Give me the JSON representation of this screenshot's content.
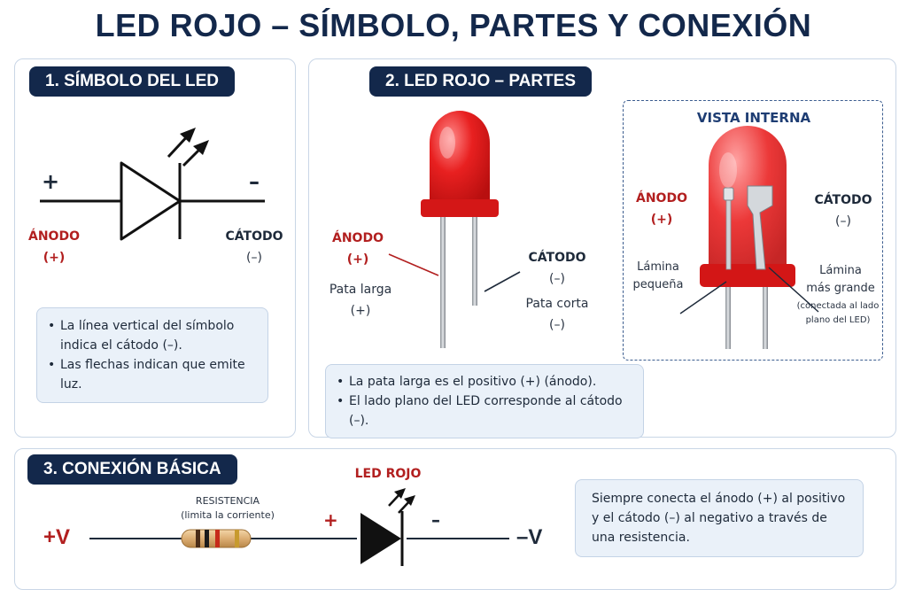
{
  "title": "LED ROJO – SÍMBOLO, PARTES Y CONEXIÓN",
  "section1": {
    "heading": "1. SÍMBOLO DEL LED",
    "plus": "+",
    "minus": "–",
    "anode_label": "ÁNODO",
    "anode_sign": "(+)",
    "cathode_label": "CÁTODO",
    "cathode_sign": "(–)",
    "notes": [
      "La línea vertical del símbolo indica el cátodo (–).",
      "Las flechas indican que emite luz."
    ]
  },
  "section2": {
    "heading": "2. LED ROJO – PARTES",
    "anode_label": "ÁNODO",
    "anode_sign": "(+)",
    "long_leg": "Pata larga",
    "long_leg_sign": "(+)",
    "cathode_label": "CÁTODO",
    "cathode_sign": "(–)",
    "short_leg": "Pata corta",
    "short_leg_sign": "(–)",
    "internal": {
      "heading": "VISTA INTERNA",
      "anode_label": "ÁNODO",
      "anode_sign": "(+)",
      "cathode_label": "CÁTODO",
      "cathode_sign": "(–)",
      "small_plate_1": "Lámina",
      "small_plate_2": "pequeña",
      "big_plate_1": "Lámina",
      "big_plate_2": "más grande",
      "big_plate_note_1": "(conectada al lado",
      "big_plate_note_2": "plano del LED)"
    },
    "notes": [
      "La pata larga es el positivo (+) (ánodo).",
      "El lado plano del LED corresponde al cátodo (–)."
    ]
  },
  "section3": {
    "heading": "3. CONEXIÓN BÁSICA",
    "pos_v": "+V",
    "neg_v": "–V",
    "resistor_label": "RESISTENCIA",
    "resistor_note": "(limita la corriente)",
    "led_label": "LED ROJO",
    "plus": "+",
    "minus": "–",
    "note": "Siempre conecta el ánodo (+) al positivo y el cátodo (–) al negativo a través de una resistencia."
  },
  "colors": {
    "navy": "#13284b",
    "led_red": "#e21d1d",
    "label_red": "#b21f1f",
    "note_bg": "#eaf1f9"
  }
}
